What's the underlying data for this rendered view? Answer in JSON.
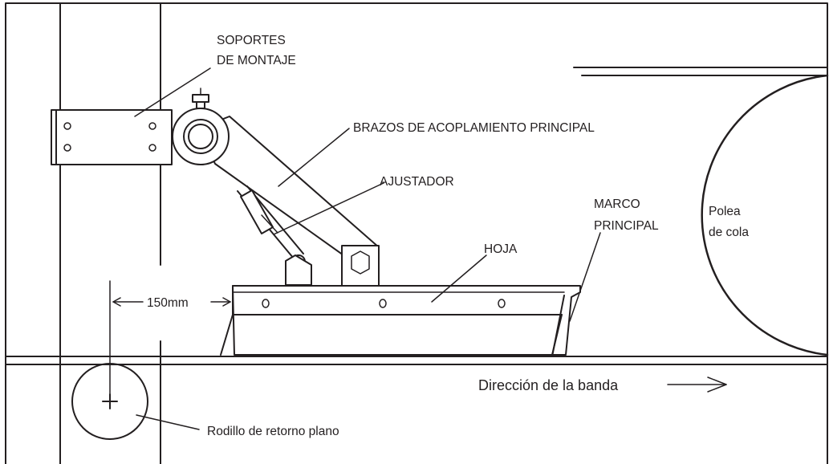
{
  "labels": {
    "mounting_brackets_line1": "SOPORTES",
    "mounting_brackets_line2": "DE MONTAJE",
    "main_arms": "BRAZOS DE ACOPLAMIENTO PRINCIPAL",
    "adjuster": "AJUSTADOR",
    "main_frame_line1": "MARCO",
    "main_frame_line2": "PRINCIPAL",
    "blade": "HOJA",
    "pulley_line1": "Polea",
    "pulley_line2": "de cola",
    "distance": "150mm",
    "belt_direction": "Dirección de la banda",
    "return_roller": "Rodillo de retorno plano"
  }
}
